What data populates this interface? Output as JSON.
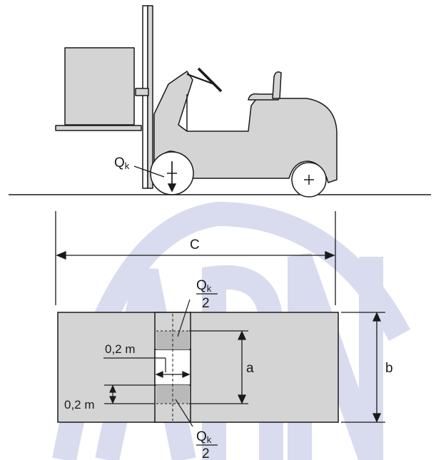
{
  "diagram": {
    "load_label": "Q",
    "load_subscript": "k",
    "half_load_numerator": "Q",
    "half_load_subscript": "k",
    "half_load_denominator": "2",
    "dim_c": "C",
    "dim_a": "a",
    "dim_b": "b",
    "wheel_width": "0,2 m",
    "wheel_length": "0,2 m"
  },
  "colors": {
    "fill_gray": "#d4d4d4",
    "contact_gray": "#b9b9b9",
    "stroke": "#1a1a1a",
    "watermark": "#d3d6ec"
  },
  "icons": {
    "watermark": "abnt-logo-watermark"
  }
}
